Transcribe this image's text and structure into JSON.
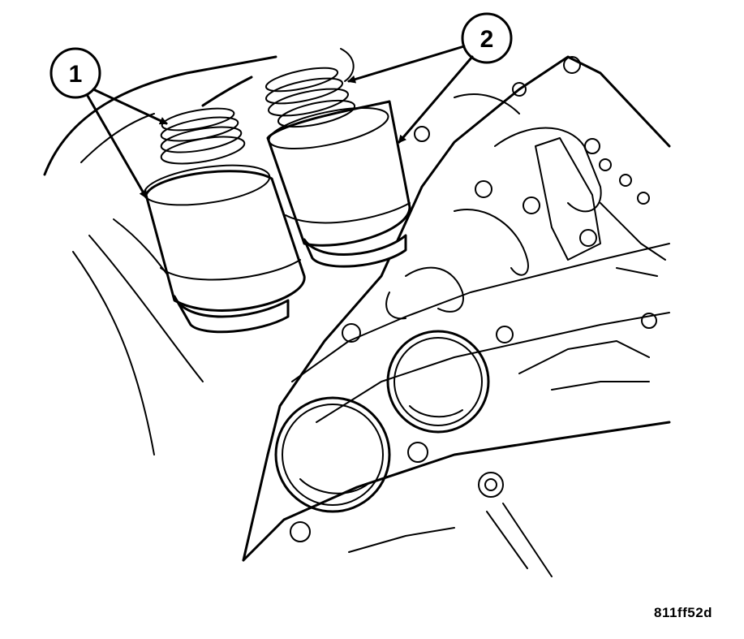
{
  "callouts": [
    {
      "id": "1",
      "label": "1"
    },
    {
      "id": "2",
      "label": "2"
    }
  ],
  "figure_id": "811ff52d"
}
